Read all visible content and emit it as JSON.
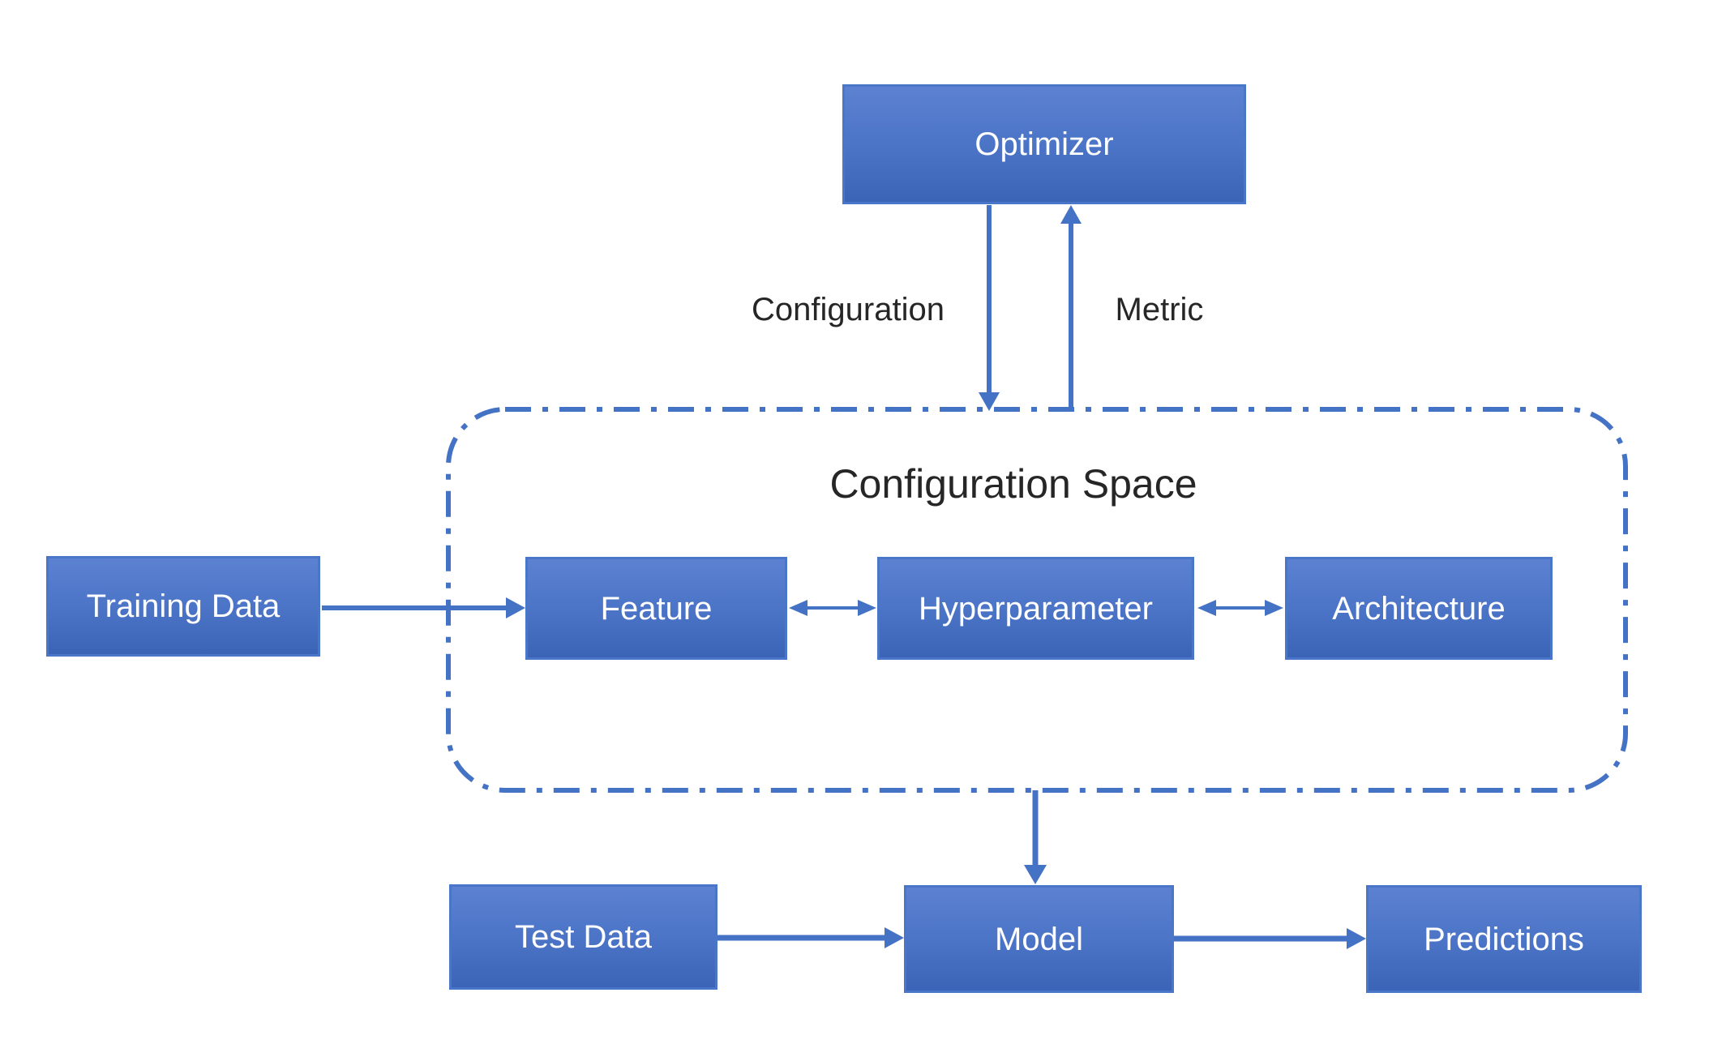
{
  "diagram": {
    "nodes": {
      "optimizer": {
        "label": "Optimizer"
      },
      "training_data": {
        "label": "Training Data"
      },
      "feature": {
        "label": "Feature"
      },
      "hyperparameter": {
        "label": "Hyperparameter"
      },
      "architecture": {
        "label": "Architecture"
      },
      "test_data": {
        "label": "Test Data"
      },
      "model": {
        "label": "Model"
      },
      "predictions": {
        "label": "Predictions"
      }
    },
    "configuration_space": {
      "title": "Configuration Space",
      "contains": [
        "feature",
        "hyperparameter",
        "architecture"
      ],
      "border_style": "dash-dot rounded rectangle"
    },
    "edges": [
      {
        "from": "optimizer",
        "to": "configuration_space",
        "label": "Configuration",
        "direction": "down"
      },
      {
        "from": "configuration_space",
        "to": "optimizer",
        "label": "Metric",
        "direction": "up"
      },
      {
        "from": "training_data",
        "to": "feature",
        "label": ""
      },
      {
        "from": "feature",
        "to": "hyperparameter",
        "label": "",
        "bidirectional": true
      },
      {
        "from": "hyperparameter",
        "to": "architecture",
        "label": "",
        "bidirectional": true
      },
      {
        "from": "configuration_space",
        "to": "model",
        "label": "",
        "direction": "down"
      },
      {
        "from": "test_data",
        "to": "model",
        "label": ""
      },
      {
        "from": "model",
        "to": "predictions",
        "label": ""
      }
    ],
    "colors": {
      "node_fill_top": "#5c81d1",
      "node_fill_mid": "#4a73c6",
      "node_fill_bottom": "#3b63b6",
      "node_border": "#4a76c9",
      "node_text": "#ffffff",
      "connector": "#4472c4",
      "label_text": "#262626",
      "background": "#ffffff"
    }
  }
}
